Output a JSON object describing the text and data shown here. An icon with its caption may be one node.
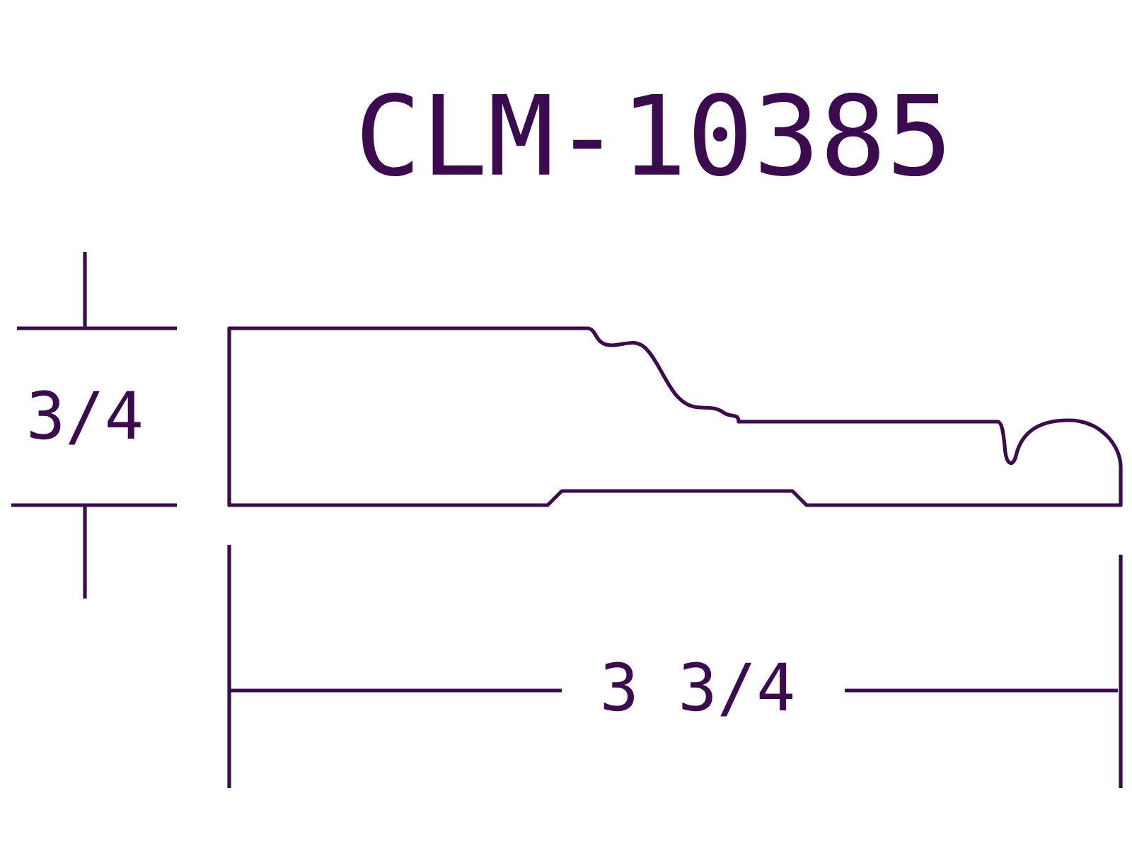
{
  "diagram": {
    "title": "CLM-10385",
    "labels": [
      "3/4",
      "3 3/4"
    ]
  }
}
